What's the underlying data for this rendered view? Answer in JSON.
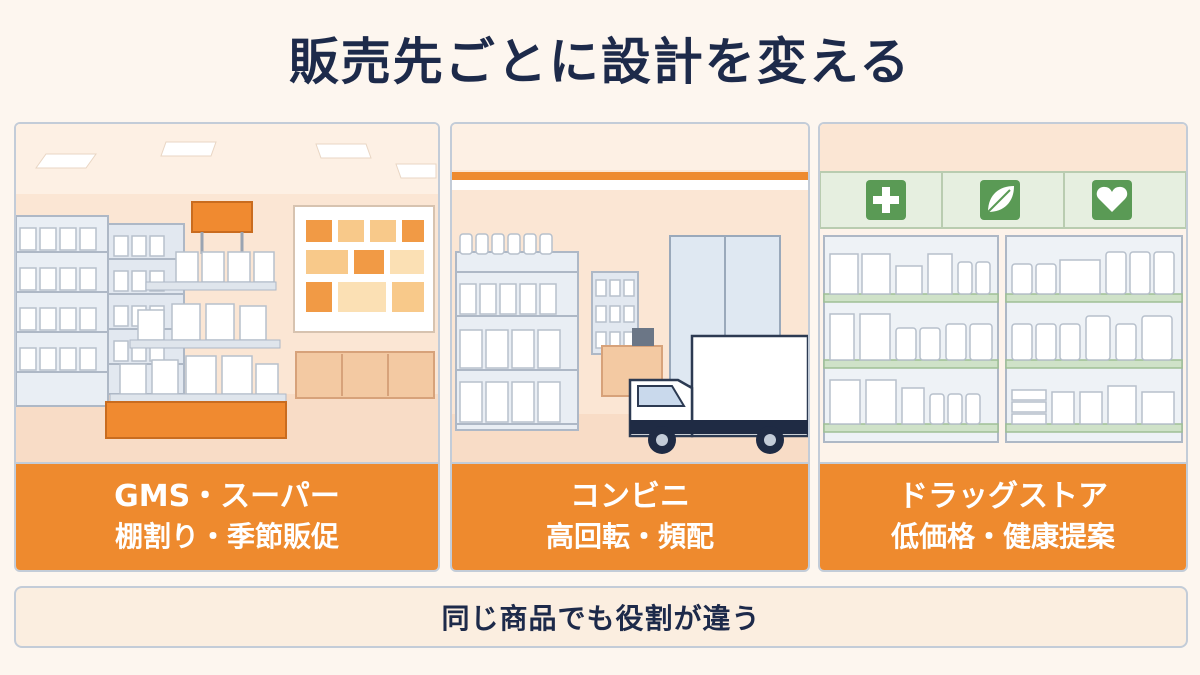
{
  "title": "販売先ごとに設計を変える",
  "channels": [
    {
      "name": "GMS・スーパー",
      "role": "棚割り・季節販促"
    },
    {
      "name": "コンビニ",
      "role": "高回転・頻配"
    },
    {
      "name": "ドラッグストア",
      "role": "低価格・健康提案"
    }
  ],
  "footer": "同じ商品でも役割が違う",
  "colors": {
    "accent": "#ee8a2e",
    "title": "#1d2a4a",
    "background": "#fdf6ef",
    "pharmacy_green": "#5a9a55"
  },
  "icons": [
    "cross-icon",
    "leaf-icon",
    "heart-icon"
  ]
}
